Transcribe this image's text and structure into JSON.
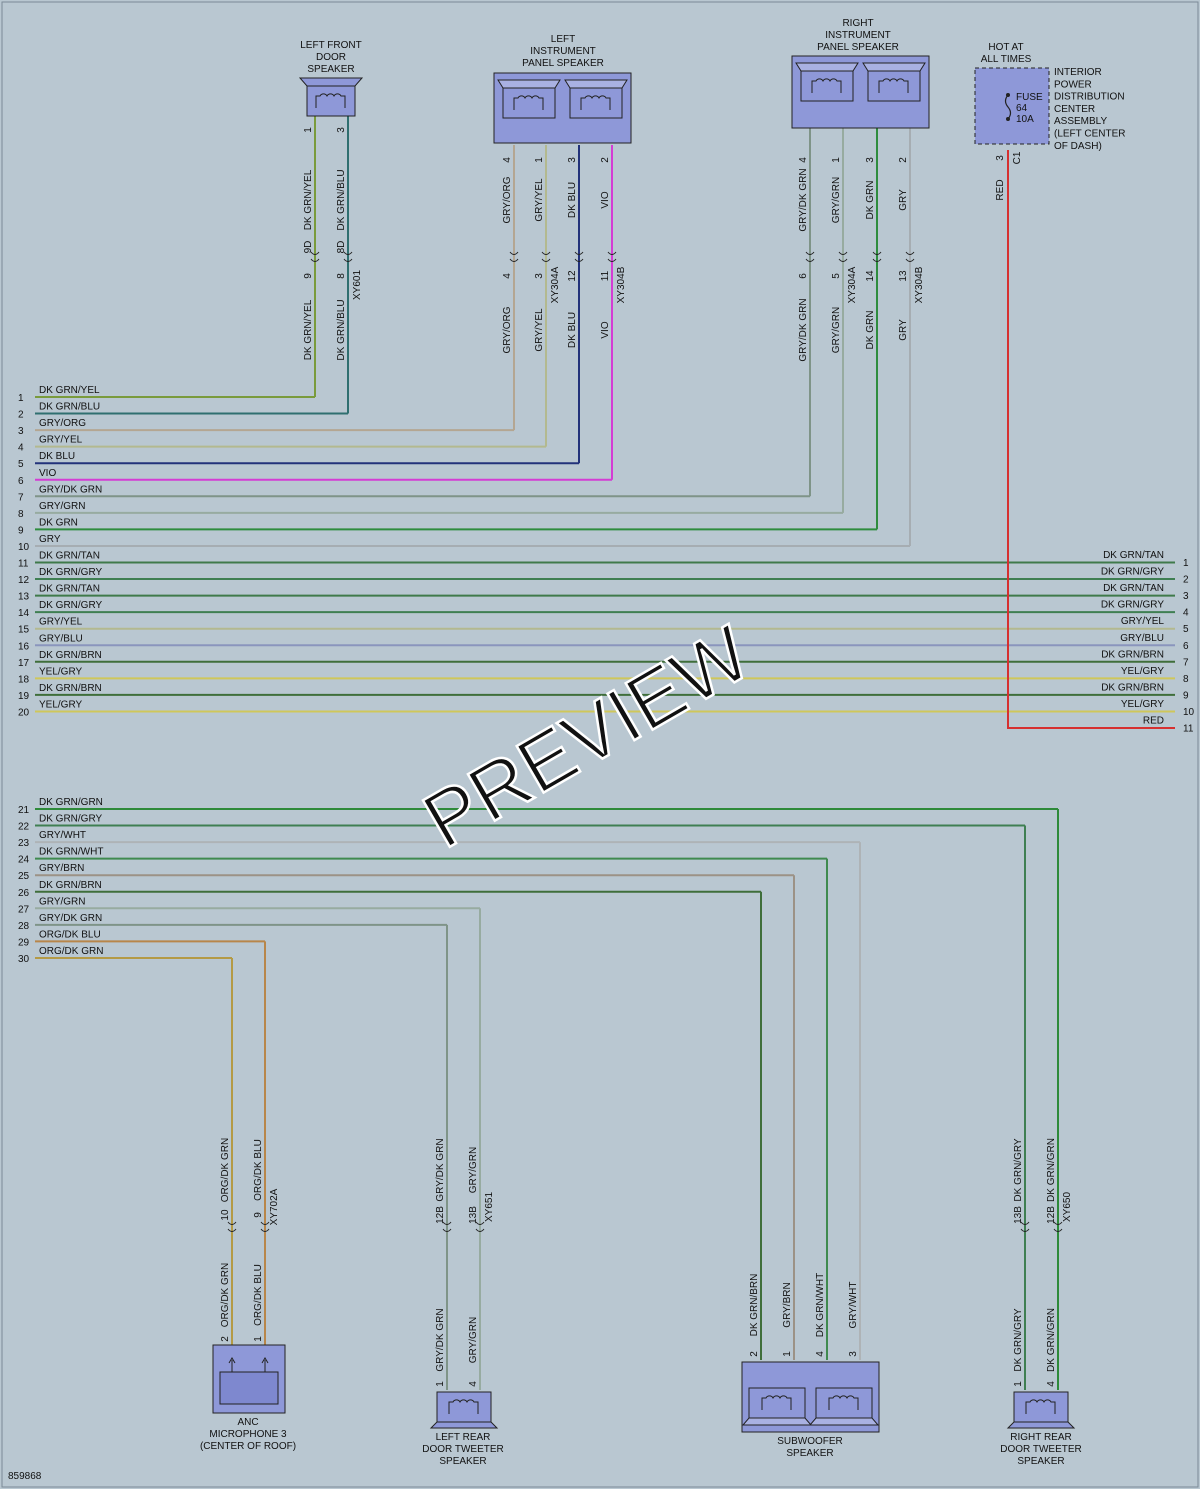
{
  "diagram_id": "859868",
  "watermark": "PREVIEW",
  "colors": {
    "DK GRN/YEL": "#7a9b3c",
    "DK GRN/BLU": "#2f6f70",
    "GRY/ORG": "#b4a692",
    "GRY/YEL": "#b3b98f",
    "DK BLU": "#22327a",
    "VIO": "#d43cd4",
    "GRY/DK GRN": "#7f9488",
    "GRY/GRN": "#97aba0",
    "DK GRN": "#2e8c3e",
    "GRY": "#a6adb2",
    "DK GRN/TAN": "#3f7a4a",
    "DK GRN/GRY": "#3f7f52",
    "GRY/BLU": "#8a95bd",
    "DK GRN/BRN": "#3f6e3a",
    "YEL/GRY": "#cfc75a",
    "RED": "#d63030",
    "DK GRN/GRN": "#2e8a3a",
    "GRY/WHT": "#aeb3b6",
    "DK GRN/WHT": "#3f8a4f",
    "GRY/BRN": "#9c9286",
    "ORG/DK BLU": "#b8864a",
    "ORG/DK GRN": "#b49a45"
  },
  "components": {
    "lf_door": [
      "LEFT FRONT",
      "DOOR",
      "SPEAKER"
    ],
    "lip": [
      "LEFT",
      "INSTRUMENT",
      "PANEL SPEAKER"
    ],
    "rip": [
      "RIGHT",
      "INSTRUMENT",
      "PANEL SPEAKER"
    ],
    "hot": [
      "HOT AT",
      "ALL TIMES"
    ],
    "fuse": [
      "FUSE",
      "64",
      "10A"
    ],
    "ipdc": [
      "INTERIOR",
      "POWER",
      "DISTRIBUTION",
      "CENTER",
      "ASSEMBLY",
      "(LEFT CENTER",
      "OF DASH)"
    ],
    "anc": [
      "ANC",
      "MICROPHONE 3",
      "(CENTER OF ROOF)"
    ],
    "lr_tweeter": [
      "LEFT REAR",
      "DOOR TWEETER",
      "SPEAKER"
    ],
    "subwoofer": [
      "SUBWOOFER",
      "SPEAKER"
    ],
    "rr_tweeter": [
      "RIGHT REAR",
      "DOOR TWEETER",
      "SPEAKER"
    ]
  },
  "left_wires": [
    {
      "n": "1",
      "c": "DK GRN/YEL"
    },
    {
      "n": "2",
      "c": "DK GRN/BLU"
    },
    {
      "n": "3",
      "c": "GRY/ORG"
    },
    {
      "n": "4",
      "c": "GRY/YEL"
    },
    {
      "n": "5",
      "c": "DK BLU"
    },
    {
      "n": "6",
      "c": "VIO"
    },
    {
      "n": "7",
      "c": "GRY/DK GRN"
    },
    {
      "n": "8",
      "c": "GRY/GRN"
    },
    {
      "n": "9",
      "c": "DK GRN"
    },
    {
      "n": "10",
      "c": "GRY"
    },
    {
      "n": "11",
      "c": "DK GRN/TAN"
    },
    {
      "n": "12",
      "c": "DK GRN/GRY"
    },
    {
      "n": "13",
      "c": "DK GRN/TAN"
    },
    {
      "n": "14",
      "c": "DK GRN/GRY"
    },
    {
      "n": "15",
      "c": "GRY/YEL"
    },
    {
      "n": "16",
      "c": "GRY/BLU"
    },
    {
      "n": "17",
      "c": "DK GRN/BRN"
    },
    {
      "n": "18",
      "c": "YEL/GRY"
    },
    {
      "n": "19",
      "c": "DK GRN/BRN"
    },
    {
      "n": "20",
      "c": "YEL/GRY"
    },
    {
      "n": "21",
      "c": "DK GRN/GRN"
    },
    {
      "n": "22",
      "c": "DK GRN/GRY"
    },
    {
      "n": "23",
      "c": "GRY/WHT"
    },
    {
      "n": "24",
      "c": "DK GRN/WHT"
    },
    {
      "n": "25",
      "c": "GRY/BRN"
    },
    {
      "n": "26",
      "c": "DK GRN/BRN"
    },
    {
      "n": "27",
      "c": "GRY/GRN"
    },
    {
      "n": "28",
      "c": "GRY/DK GRN"
    },
    {
      "n": "29",
      "c": "ORG/DK BLU"
    },
    {
      "n": "30",
      "c": "ORG/DK GRN"
    }
  ],
  "right_wires": [
    {
      "n": "1",
      "c": "DK GRN/TAN"
    },
    {
      "n": "2",
      "c": "DK GRN/GRY"
    },
    {
      "n": "3",
      "c": "DK GRN/TAN"
    },
    {
      "n": "4",
      "c": "DK GRN/GRY"
    },
    {
      "n": "5",
      "c": "GRY/YEL"
    },
    {
      "n": "6",
      "c": "GRY/BLU"
    },
    {
      "n": "7",
      "c": "DK GRN/BRN"
    },
    {
      "n": "8",
      "c": "YEL/GRY"
    },
    {
      "n": "9",
      "c": "DK GRN/BRN"
    },
    {
      "n": "10",
      "c": "YEL/GRY"
    },
    {
      "n": "11",
      "c": "RED"
    }
  ],
  "vertical_wires": [
    {
      "c": "DK GRN/YEL",
      "p1": "1",
      "p2": "9D",
      "p3": "9"
    },
    {
      "c": "DK GRN/BLU",
      "p1": "3",
      "p2": "8D",
      "p3": "8",
      "conn": "XY601"
    },
    {
      "c": "GRY/ORG",
      "p1": "4",
      "p3": "4"
    },
    {
      "c": "GRY/YEL",
      "p1": "1",
      "p3": "3",
      "conn": "XY304A"
    },
    {
      "c": "DK BLU",
      "p1": "3",
      "p3": "12"
    },
    {
      "c": "VIO",
      "p1": "2",
      "p3": "11",
      "conn": "XY304B"
    },
    {
      "c": "GRY/DK GRN",
      "p1": "4",
      "p3": "6"
    },
    {
      "c": "GRY/GRN",
      "p1": "1",
      "p3": "5",
      "conn": "XY304A"
    },
    {
      "c": "DK GRN",
      "p1": "3",
      "p3": "14"
    },
    {
      "c": "GRY",
      "p1": "2",
      "p3": "13",
      "conn": "XY304B"
    },
    {
      "c": "RED",
      "p1": "3",
      "conn": "C1"
    },
    {
      "c": "ORG/DK GRN",
      "p1": "2",
      "p2": "10"
    },
    {
      "c": "ORG/DK BLU",
      "p1": "1",
      "p2": "9",
      "conn": "XY702A"
    },
    {
      "c": "GRY/DK GRN",
      "p1": "1",
      "p2": "12B"
    },
    {
      "c": "GRY/GRN",
      "p1": "4",
      "p2": "13B",
      "conn": "XY651"
    },
    {
      "c": "DK GRN/BRN",
      "p1": "2"
    },
    {
      "c": "GRY/BRN",
      "p1": "1"
    },
    {
      "c": "DK GRN/WHT",
      "p1": "4"
    },
    {
      "c": "GRY/WHT",
      "p1": "3"
    },
    {
      "c": "DK GRN/GRY",
      "p1": "1",
      "p2": "13B"
    },
    {
      "c": "DK GRN/GRN",
      "p1": "4",
      "p2": "12B",
      "conn": "XY650"
    }
  ]
}
